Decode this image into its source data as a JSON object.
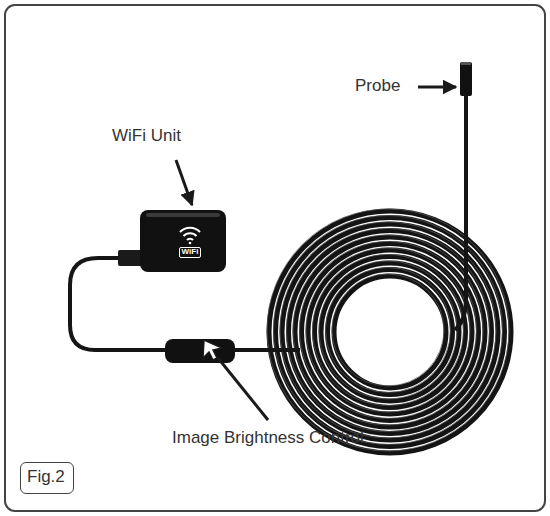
{
  "diagram": {
    "nodes": [
      {
        "text": [
          "Fig.2"
        ]
      }
    ],
    "labels": [
      "Probe",
      "WiFi Unit",
      "Image Brightness Control",
      "WiFi"
    ]
  }
}
